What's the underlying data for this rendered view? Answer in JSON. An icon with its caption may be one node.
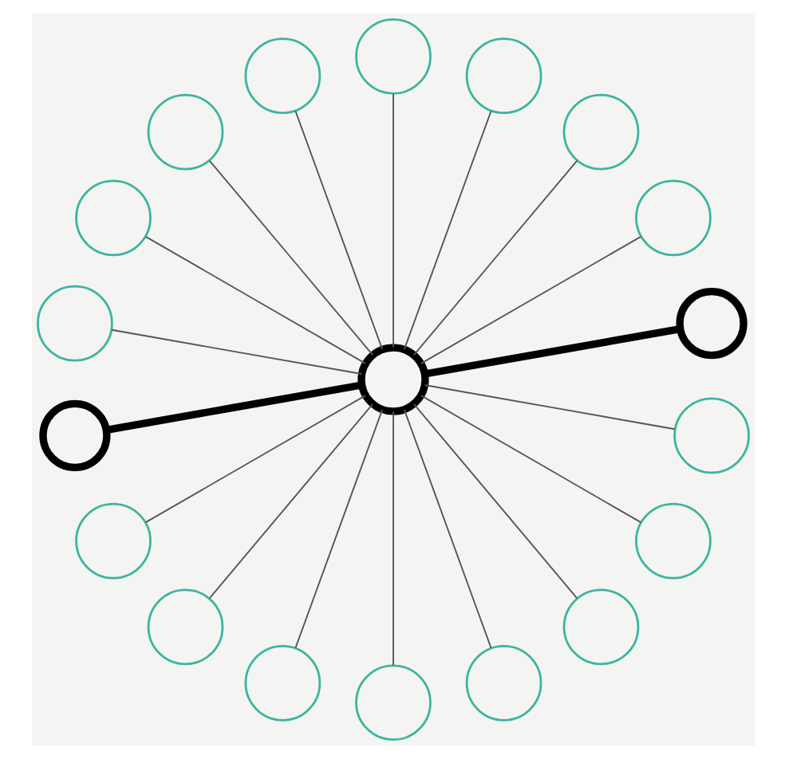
{
  "diagram": {
    "nodes": [
      {
        "text": [],
        "shape": "circle"
      },
      {
        "text": [],
        "shape": "circle"
      },
      {
        "text": [],
        "shape": "circle"
      },
      {
        "text": [],
        "shape": "circle"
      },
      {
        "text": [],
        "shape": "circle"
      },
      {
        "text": [],
        "shape": "circle"
      },
      {
        "text": [],
        "shape": "circle"
      },
      {
        "text": [],
        "shape": "circle"
      },
      {
        "text": [],
        "shape": "circle"
      },
      {
        "text": [],
        "shape": "circle"
      },
      {
        "text": [],
        "shape": "circle"
      },
      {
        "text": [],
        "shape": "circle"
      },
      {
        "text": [],
        "shape": "circle"
      },
      {
        "text": [],
        "shape": "circle"
      },
      {
        "text": [],
        "shape": "circle"
      },
      {
        "text": [],
        "shape": "circle"
      },
      {
        "text": [],
        "shape": "circle"
      },
      {
        "text": [],
        "shape": "circle"
      },
      {
        "text": [],
        "shape": "circle"
      }
    ],
    "edges": [
      {
        "from": 0,
        "to": 1,
        "arrow": "none",
        "style": "thick",
        "color": "#000000"
      },
      {
        "from": 0,
        "to": 2,
        "arrow": "none"
      },
      {
        "from": 0,
        "to": 3,
        "arrow": "none"
      },
      {
        "from": 0,
        "to": 4,
        "arrow": "none"
      },
      {
        "from": 0,
        "to": 5,
        "arrow": "none"
      },
      {
        "from": 0,
        "to": 6,
        "arrow": "none"
      },
      {
        "from": 0,
        "to": 7,
        "arrow": "none"
      },
      {
        "from": 0,
        "to": 8,
        "arrow": "none"
      },
      {
        "from": 0,
        "to": 9,
        "arrow": "none"
      },
      {
        "from": 0,
        "to": 10,
        "arrow": "none",
        "style": "thick",
        "color": "#000000"
      },
      {
        "from": 0,
        "to": 11,
        "arrow": "none"
      },
      {
        "from": 0,
        "to": 12,
        "arrow": "none"
      },
      {
        "from": 0,
        "to": 13,
        "arrow": "none"
      },
      {
        "from": 0,
        "to": 14,
        "arrow": "none"
      },
      {
        "from": 0,
        "to": 15,
        "arrow": "none"
      },
      {
        "from": 0,
        "to": 16,
        "arrow": "none"
      },
      {
        "from": 0,
        "to": 17,
        "arrow": "none"
      },
      {
        "from": 0,
        "to": 18,
        "arrow": "none"
      }
    ]
  }
}
